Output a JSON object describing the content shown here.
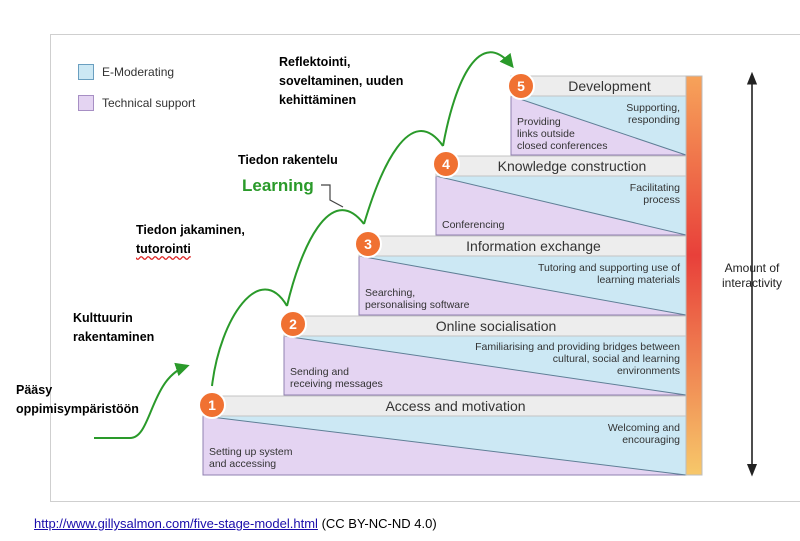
{
  "legend": [
    {
      "label": "E-Moderating",
      "color": "#cce8f4"
    },
    {
      "label": "Technical support",
      "color": "#e4d4f2"
    }
  ],
  "colors": {
    "e_moderating": "#cce8f4",
    "technical_support": "#e4d4f2",
    "header_bar": "#ededed",
    "badge": "#f07132",
    "arrow": "#2a9a2a"
  },
  "stages": [
    {
      "number": "1",
      "title": "Access and motivation",
      "moderating": [
        "Welcoming and",
        "encouraging"
      ],
      "technical": [
        "Setting up system",
        "and accessing"
      ]
    },
    {
      "number": "2",
      "title": "Online socialisation",
      "moderating": [
        "Familiarising and providing bridges between",
        "cultural, social and learning",
        "environments"
      ],
      "technical": [
        "Sending and",
        "receiving messages"
      ]
    },
    {
      "number": "3",
      "title": "Information exchange",
      "moderating": [
        "Tutoring and supporting use of",
        "learning materials"
      ],
      "technical": [
        "Searching,",
        "personalising software"
      ]
    },
    {
      "number": "4",
      "title": "Knowledge construction",
      "moderating": [
        "Facilitating",
        "process"
      ],
      "technical": [
        "Conferencing"
      ]
    },
    {
      "number": "5",
      "title": "Development",
      "moderating": [
        "Supporting,",
        "responding"
      ],
      "technical": [
        "Providing",
        "links outside",
        "closed conferences"
      ]
    }
  ],
  "learning_label": "Learning",
  "interactivity_label": [
    "Amount of",
    "interactivity"
  ],
  "finnish_labels": {
    "paasy": [
      "Pääsy",
      "oppimisympäristöön"
    ],
    "kulttuurin": [
      "Kulttuurin",
      "rakentaminen"
    ],
    "jakaminen_1": "Tiedon jakaminen,",
    "jakaminen_2": "tutorointi",
    "rakentelu": "Tiedon rakentelu",
    "reflektointi": [
      "Reflektointi,",
      "soveltaminen, uuden",
      "kehittäminen"
    ]
  },
  "footer": {
    "link": "http://www.gillysalmon.com/five-stage-model.html",
    "license": "(CC BY-NC-ND 4.0)"
  }
}
